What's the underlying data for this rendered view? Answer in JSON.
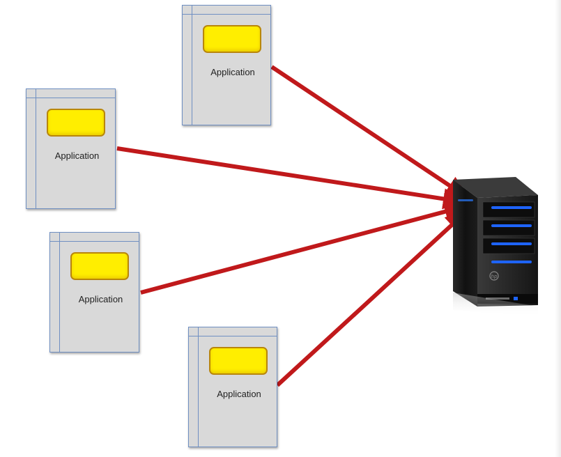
{
  "diagram": {
    "applications": [
      {
        "label": "Application"
      },
      {
        "label": "Application"
      },
      {
        "label": "Application"
      },
      {
        "label": "Application"
      }
    ],
    "server": {
      "logo": "hp"
    },
    "colors": {
      "arrow": "#c0191b",
      "box_fill": "#d9d9d9",
      "box_border": "#6f8fc2",
      "pill_fill": "#ffee00",
      "pill_border": "#b8860b",
      "server_light": "#1e64ff"
    }
  }
}
